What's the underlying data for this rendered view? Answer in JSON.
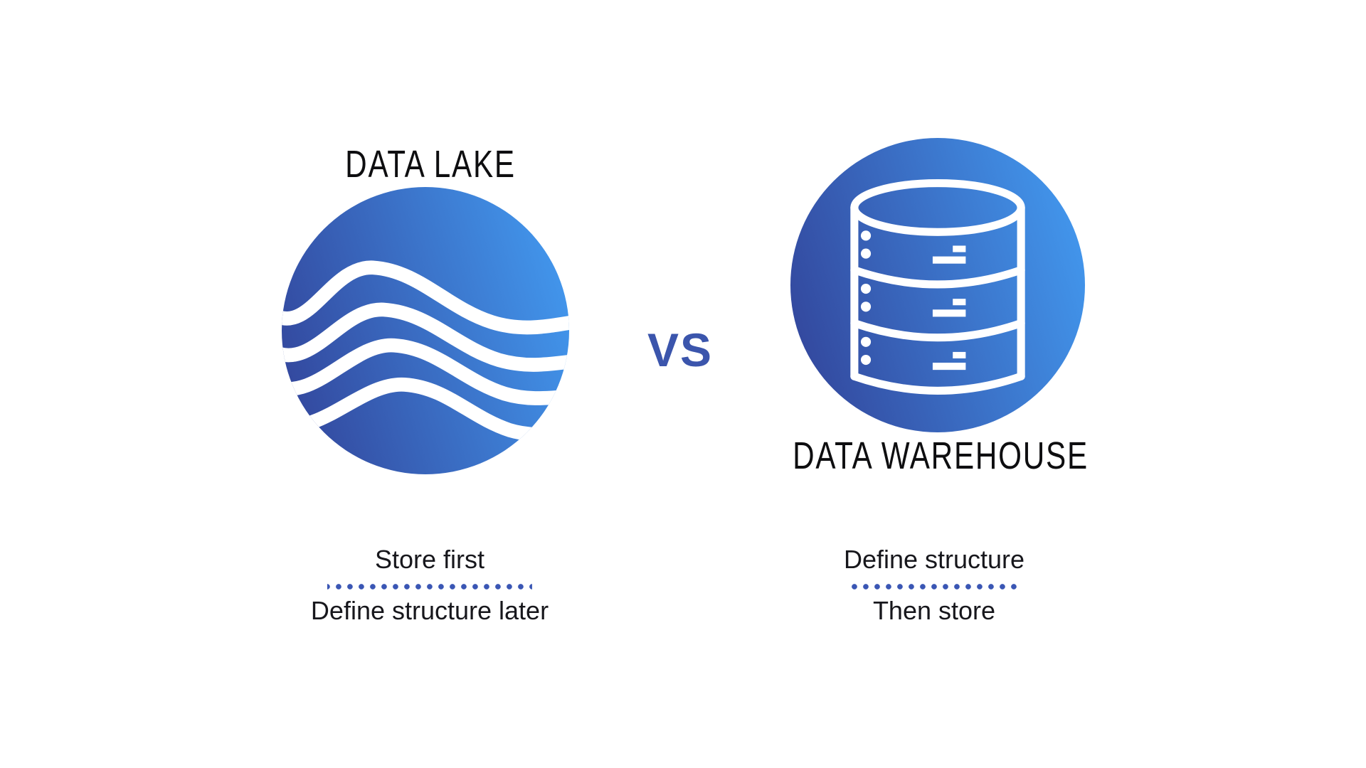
{
  "lake": {
    "title": "DATA LAKE",
    "icon": "data-lake-waves-icon",
    "caption_line1": "Store first",
    "caption_line2": "Define structure later"
  },
  "versus": {
    "label": "VS"
  },
  "warehouse": {
    "title": "DATA WAREHOUSE",
    "icon": "database-stack-icon",
    "caption_line1": "Define structure",
    "caption_line2": "Then store"
  },
  "colors": {
    "gradient_start": "#33489E",
    "gradient_end": "#4296EC",
    "accent_blue": "#3B55AC",
    "dotted_line_blue": "#3A56B4",
    "heading_text": "#0E0E10",
    "body_text": "#17171C",
    "page_bg": "#FFFFFF",
    "icon_stroke": "#FFFFFF"
  }
}
